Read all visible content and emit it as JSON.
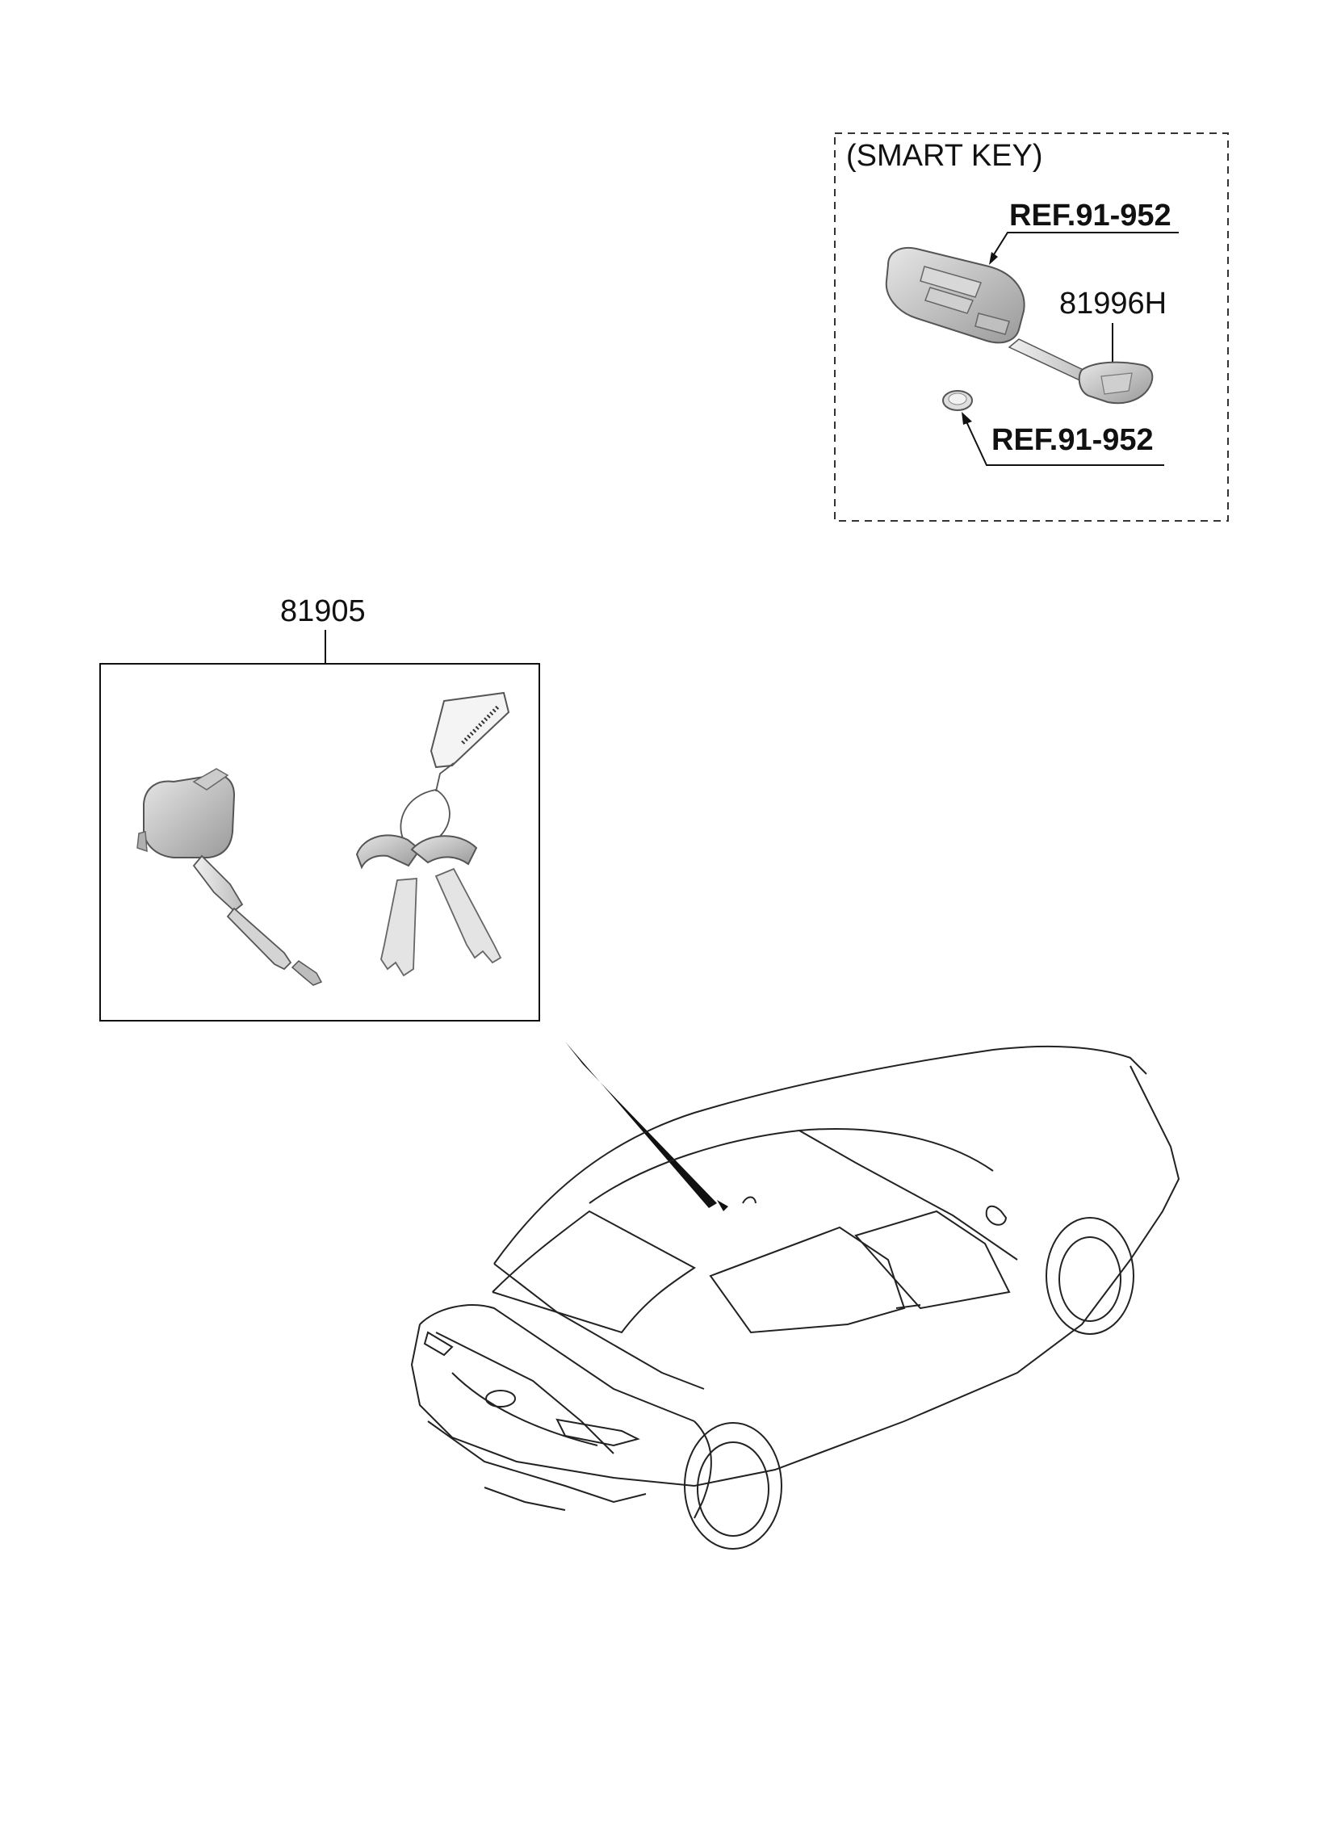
{
  "smart_key_group": {
    "title": "(SMART KEY)",
    "ref_top": "REF.91-952",
    "part_blade": "81996H",
    "ref_bottom": "REF.91-952"
  },
  "key_set_group": {
    "part_number": "81905"
  },
  "icons": [
    "smart-key-fob-icon",
    "emergency-key-blade-icon",
    "coin-battery-icon",
    "lock-cylinder-icon",
    "key-pair-icon",
    "key-tag-icon",
    "car-outline-icon",
    "location-pointer-icon"
  ]
}
